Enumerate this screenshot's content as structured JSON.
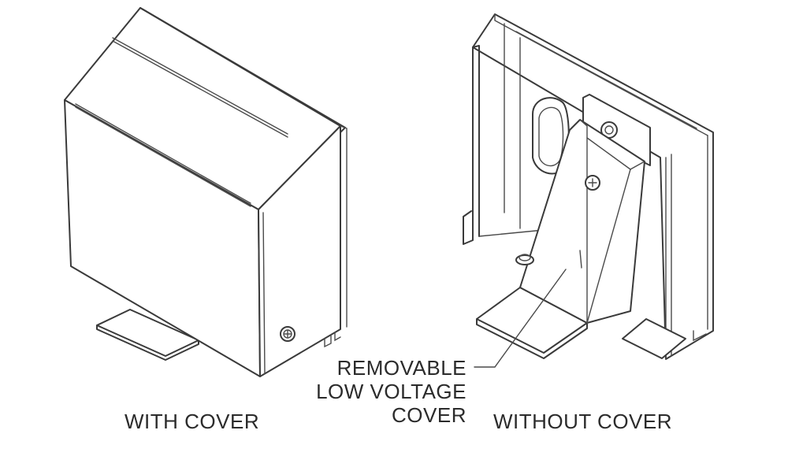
{
  "labels": {
    "with_cover": "WITH COVER",
    "without_cover": "WITHOUT COVER",
    "callout_line1": "REMOVABLE",
    "callout_line2": "LOW VOLTAGE",
    "callout_line3": "COVER"
  },
  "colors": {
    "ink": "#3a3a3a",
    "text": "#2b2b2b",
    "background": "#ffffff"
  }
}
